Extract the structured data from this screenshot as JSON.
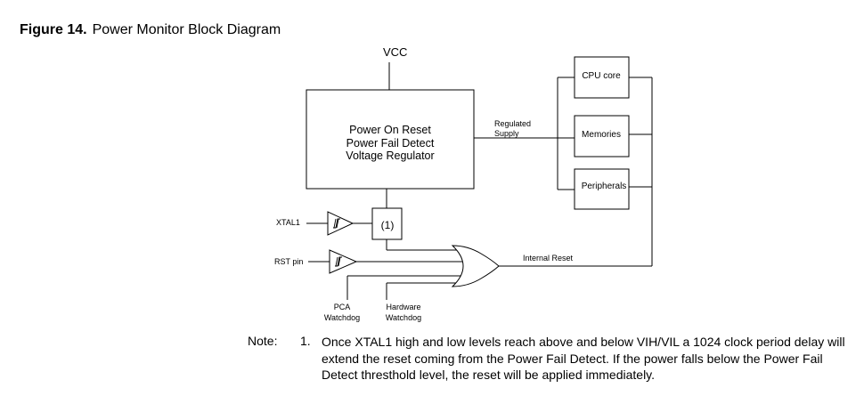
{
  "figure": {
    "label": "Figure 14.",
    "title": "Power Monitor Block Diagram"
  },
  "diagram": {
    "vcc": "VCC",
    "main_block": [
      "Power On Reset",
      "Power Fail Detect",
      "Voltage Regulator"
    ],
    "regulated_supply": [
      "Regulated",
      "Supply"
    ],
    "cpu_core": "CPU core",
    "memories": "Memories",
    "peripherals": "Peripherals",
    "xtal1": "XTAL1",
    "delay_block": "(1)",
    "rst_pin": "RST pin",
    "internal_reset": "Internal Reset",
    "pca_watchdog": [
      "PCA",
      "Watchdog"
    ],
    "hardware_watchdog": [
      "Hardware",
      "Watchdog"
    ]
  },
  "note": {
    "label": "Note:",
    "number": "1.",
    "text": "Once XTAL1 high and low levels reach above and below VIH/VIL a 1024 clock period delay will extend the reset coming from the Power Fail Detect. If the power falls below the Power Fail Detect thresthold level, the reset will be applied immediately."
  }
}
